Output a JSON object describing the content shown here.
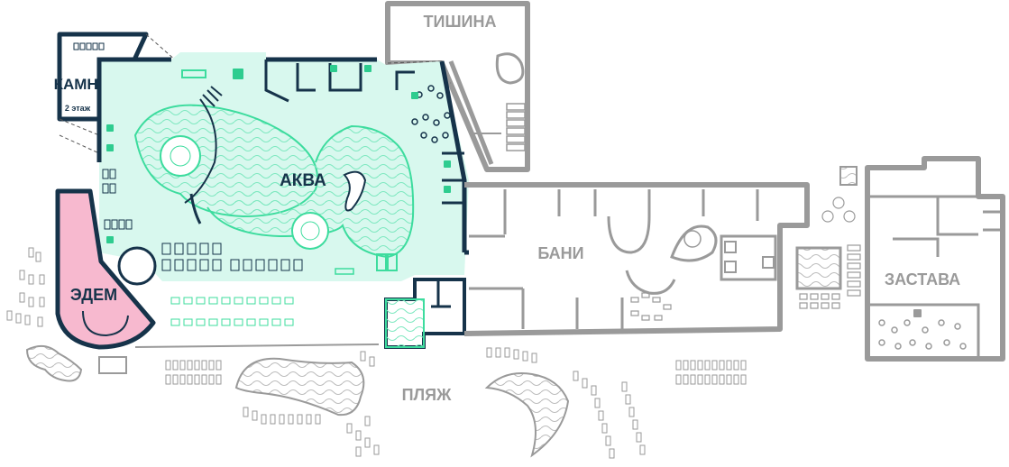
{
  "map": {
    "zones": {
      "kamneteka": {
        "label": "КАМНЕТЕКА",
        "floor": "2 этаж"
      },
      "akva": {
        "label": "АКВА"
      },
      "edem": {
        "label": "ЭДЕМ"
      },
      "tishina": {
        "label": "ТИШИНА"
      },
      "bani": {
        "label": "БАНИ"
      },
      "zastava": {
        "label": "ЗАСТАВА"
      },
      "plyazh": {
        "label": "ПЛЯЖ"
      }
    },
    "colors": {
      "akva_fill": "#d8f8ee",
      "akva_line": "#3ddc9e",
      "edem_fill": "#f7b9cf",
      "dark_wall": "#16334a",
      "grey_wall": "#9a9a9a",
      "icon_green": "#2ecc8f"
    },
    "icons": [
      "wc-icon",
      "stairs-icon",
      "restaurant-icon",
      "shower-icon"
    ]
  }
}
